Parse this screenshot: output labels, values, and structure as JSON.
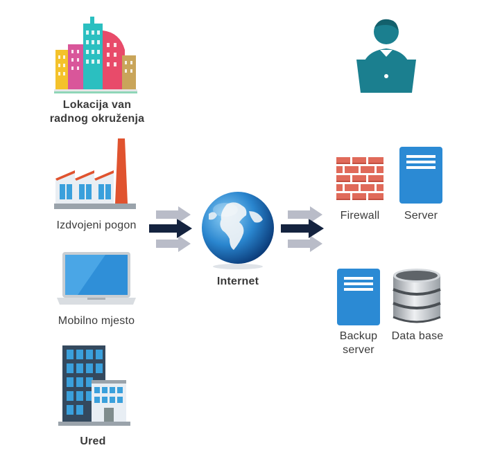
{
  "nodes": {
    "remote_location": {
      "label_line1": "Lokacija van",
      "label_line2": "radnog okruženja"
    },
    "plant": {
      "label": "Izdvojeni pogon"
    },
    "mobile": {
      "label": "Mobilno mjesto"
    },
    "office": {
      "label": "Ured"
    },
    "internet": {
      "label": "Internet"
    },
    "firewall": {
      "label": "Firewall"
    },
    "server": {
      "label": "Server"
    },
    "backup_server": {
      "label_line1": "Backup",
      "label_line2": "server"
    },
    "database": {
      "label": "Data base"
    }
  },
  "icons": {
    "city": "city-buildings-icon",
    "factory": "factory-icon",
    "laptop": "laptop-icon",
    "office": "office-building-icon",
    "globe": "globe-icon",
    "user": "user-at-laptop-icon",
    "firewall": "brick-wall-icon",
    "server": "server-icon",
    "backup": "server-icon",
    "database": "database-icon"
  },
  "colors": {
    "accent_blue": "#2b8ad4",
    "arrow_dark": "#14233f",
    "arrow_light": "#b9bcc8",
    "brick": "#e06a5a",
    "teal_user": "#1b7f8f"
  }
}
